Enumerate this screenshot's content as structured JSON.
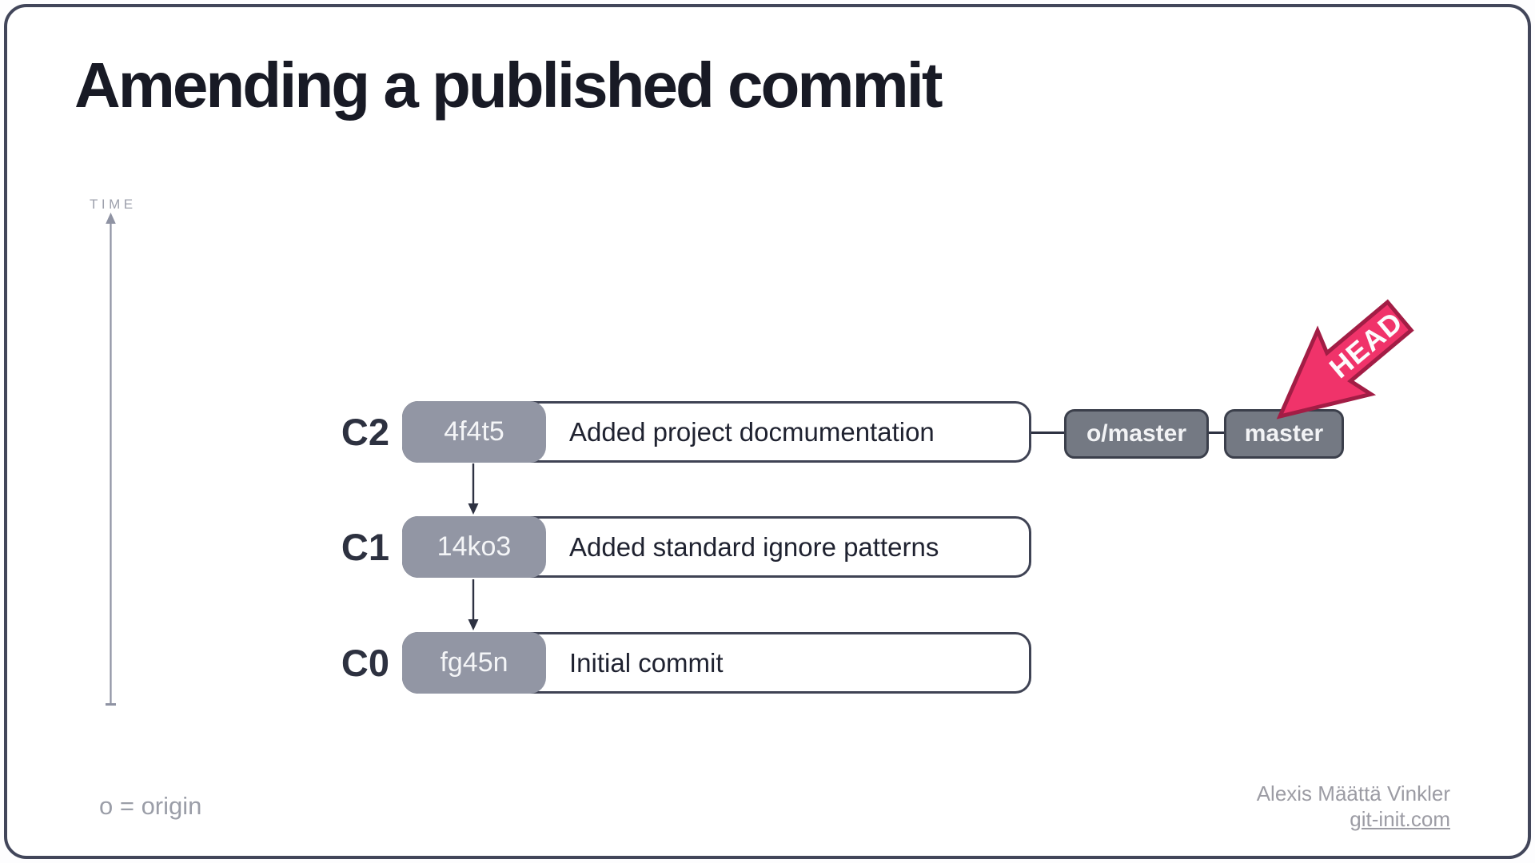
{
  "slide": {
    "title": "Amending a published commit"
  },
  "time_axis": {
    "label": "TIME"
  },
  "commits": [
    {
      "id": "C2",
      "hash": "4f4t5",
      "message": "Added project docmumentation"
    },
    {
      "id": "C1",
      "hash": "14ko3",
      "message": "Added standard ignore patterns"
    },
    {
      "id": "C0",
      "hash": "fg45n",
      "message": "Initial commit"
    }
  ],
  "branches": {
    "remote": "o/master",
    "local": "master"
  },
  "head": {
    "label": "HEAD"
  },
  "legend": {
    "text": "o = origin"
  },
  "footer": {
    "author": "Alexis Määttä Vinkler",
    "site": "git-init.com"
  },
  "colors": {
    "frame": "#42465a",
    "title_text": "#181a25",
    "hash_bg": "#9296a4",
    "tag_bg": "#747983",
    "tag_border": "#3b3f4b",
    "box_border": "#3f4354",
    "arrow_dark": "#2e3242",
    "time_gray": "#8f93a3",
    "muted_text": "#9b9ea8",
    "head_pink": "#f0336a",
    "head_pink_border": "#a21d45"
  }
}
